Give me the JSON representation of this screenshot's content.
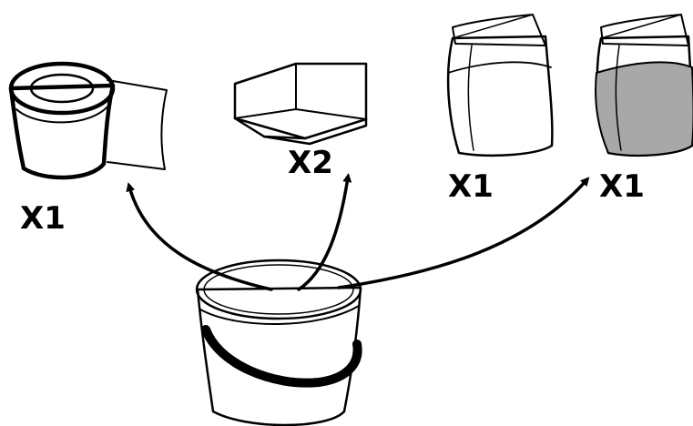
{
  "items": [
    {
      "name": "tape-roll",
      "quantity_label": "X1"
    },
    {
      "name": "corner-piece",
      "quantity_label": "X2"
    },
    {
      "name": "powder-bag-light",
      "quantity_label": "X1"
    },
    {
      "name": "powder-bag-dark",
      "quantity_label": "X1"
    }
  ],
  "colors": {
    "ink": "#000000",
    "background": "#ffffff",
    "dark_fill": "#a8a8a8"
  }
}
